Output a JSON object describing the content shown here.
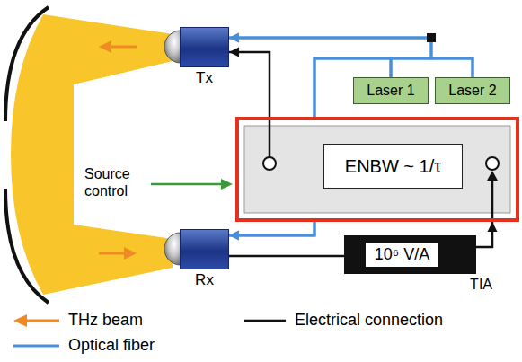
{
  "diagram": {
    "nodes": [
      {
        "text": [
          "Tx"
        ]
      },
      {
        "text": [
          "Laser 1"
        ]
      },
      {
        "text": [
          "Laser 2"
        ]
      },
      {
        "text": [
          "Source control"
        ]
      },
      {
        "text": [
          "ENBW ~ 1/τ"
        ],
        "in": 3
      },
      {
        "text": [
          "Rx"
        ]
      },
      {
        "text": [
          "10⁶ V/A",
          "TIA"
        ]
      }
    ],
    "edges": [
      {
        "from": 1,
        "to": 0,
        "arrow": "to"
      },
      {
        "from": 2,
        "to": 0,
        "arrow": "to"
      },
      {
        "from": 1,
        "to": 5,
        "arrow": "to"
      },
      {
        "from": 2,
        "to": 5,
        "arrow": "to"
      },
      {
        "from": 3,
        "to": 0,
        "arrow": "to"
      },
      {
        "from": 5,
        "to": 6,
        "arrow": "none"
      },
      {
        "from": 6,
        "to": 3,
        "arrow": "to"
      }
    ],
    "legend": [
      {
        "text": "THz beam"
      },
      {
        "text": "Electrical connection"
      },
      {
        "text": "Optical fiber"
      }
    ]
  }
}
